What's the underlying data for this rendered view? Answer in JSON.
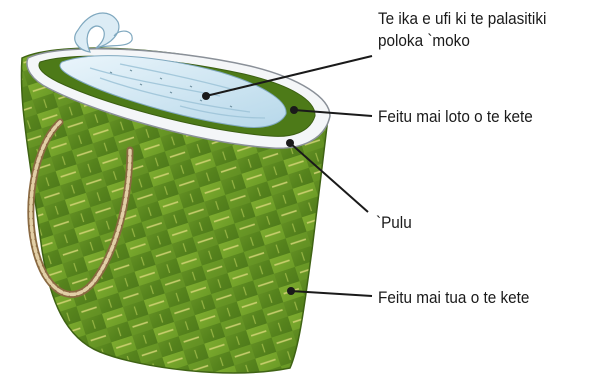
{
  "labels": {
    "fish": {
      "line1": "Te ika e ufi ki te palasitiki",
      "line2": "poloka `moko"
    },
    "inside": "Feitu mai loto o te kete",
    "rim": "`Pulu",
    "outside": "Feitu mai tua o te kete"
  },
  "colors": {
    "basket_dark": "#4f7a1b",
    "basket_mid": "#6b9a25",
    "basket_light": "#8db83a",
    "weave_stripe": "#d9d77a",
    "rim": "#e9ecef",
    "wrap": "#c9e4f2",
    "handle": "#c9a878"
  }
}
